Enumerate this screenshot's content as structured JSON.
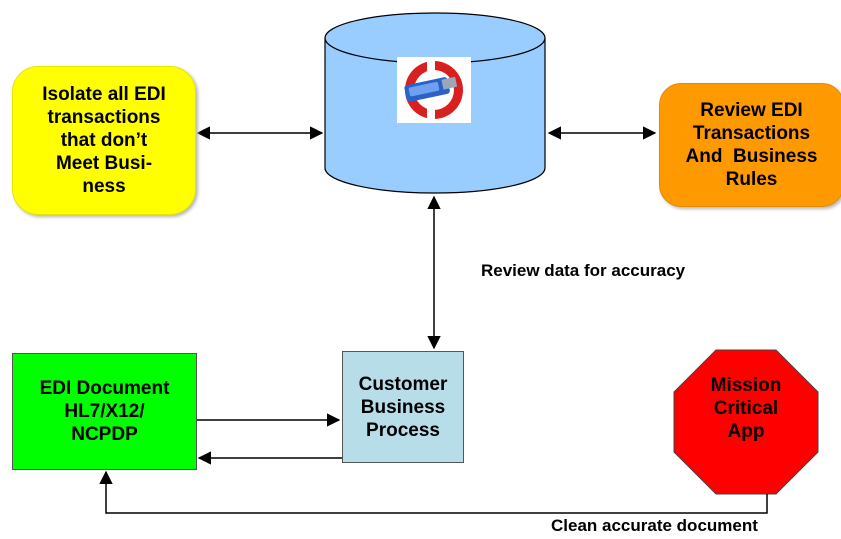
{
  "nodes": {
    "isolate": {
      "lines": [
        "Isolate all EDI",
        "transactions",
        "that don’t",
        "Meet Busi-",
        "ness"
      ]
    },
    "review": {
      "lines": [
        "Review EDI",
        "Transactions",
        "And  Business",
        "Rules"
      ]
    },
    "edi_doc": {
      "lines": [
        "EDI Document",
        "HL7/X12/",
        "NCPDP"
      ]
    },
    "customer": {
      "lines": [
        "Customer",
        "Business",
        "Process"
      ]
    },
    "mission": {
      "lines": [
        "Mission",
        "Critical",
        "App"
      ]
    }
  },
  "labels": {
    "review_data": "Review data for accuracy",
    "clean_doc": "Clean accurate document"
  },
  "colors": {
    "yellow": "#ffff00",
    "orange": "#ff9900",
    "green": "#00ff00",
    "teal": "#b7dde8",
    "stop_red": "#ff0000",
    "cylinder": "#99ccff"
  },
  "icons": {
    "database_logo": "database-logo-icon"
  }
}
